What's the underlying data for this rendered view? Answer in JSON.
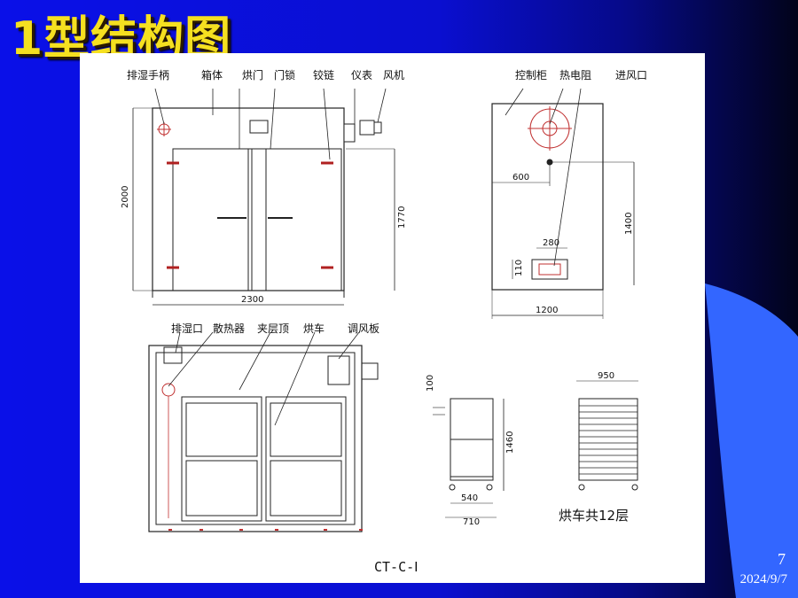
{
  "slide": {
    "title": "1型结构图",
    "page_number": "7",
    "date": "2024/9/7",
    "accent_color": "#3366ff",
    "background_color": "#0a10e8",
    "title_color": "#f5e020"
  },
  "front_view": {
    "labels": [
      "排湿手柄",
      "箱体",
      "烘门",
      "门锁",
      "铰链",
      "仪表",
      "风机"
    ],
    "dims": {
      "height": "2000",
      "inner_height": "1770",
      "width": "2300"
    }
  },
  "side_view": {
    "labels": [
      "控制柜",
      "热电阻",
      "进风口"
    ],
    "dims": {
      "offset": "600",
      "height": "1400",
      "inlet_w": "280",
      "inlet_h": "110",
      "width": "1200"
    }
  },
  "top_view": {
    "labels": [
      "排湿口",
      "散热器",
      "夹层顶",
      "烘车",
      "调风板"
    ]
  },
  "cart_side": {
    "dims": {
      "top": "100",
      "height": "1460",
      "inner_w": "540",
      "outer_w": "710"
    }
  },
  "cart_front": {
    "dims": {
      "width": "950"
    },
    "caption": "烘车共12层"
  },
  "model": "CT-C-Ⅰ"
}
